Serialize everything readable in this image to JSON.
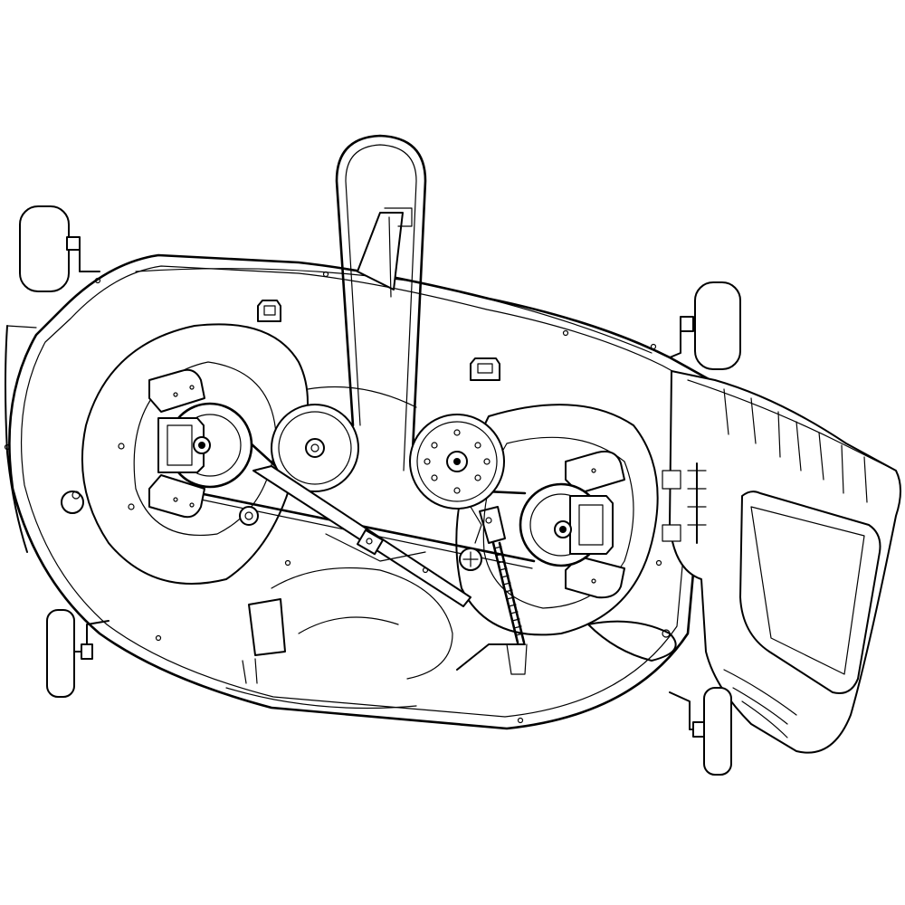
{
  "diagram": {
    "subject": "mower-deck-belt-layout",
    "line_color": "#000000",
    "background_color": "#ffffff",
    "components": [
      {
        "id": "deck-housing",
        "icon": "deck-housing-outline"
      },
      {
        "id": "discharge-chute",
        "icon": "discharge-chute"
      },
      {
        "id": "left-spindle-pulley",
        "icon": "pulley"
      },
      {
        "id": "center-idler-pulley",
        "icon": "pulley"
      },
      {
        "id": "engine-drive-pulley",
        "icon": "pulley"
      },
      {
        "id": "right-spindle-pulley",
        "icon": "pulley"
      },
      {
        "id": "drive-belt",
        "icon": "belt"
      },
      {
        "id": "tension-spring",
        "icon": "spring"
      },
      {
        "id": "idler-arm",
        "icon": "lever-arm"
      },
      {
        "id": "gauge-wheel-front-left",
        "icon": "wheel"
      },
      {
        "id": "gauge-wheel-rear-left",
        "icon": "wheel"
      },
      {
        "id": "gauge-wheel-front-right",
        "icon": "wheel"
      },
      {
        "id": "gauge-wheel-rear-right",
        "icon": "wheel"
      }
    ]
  }
}
